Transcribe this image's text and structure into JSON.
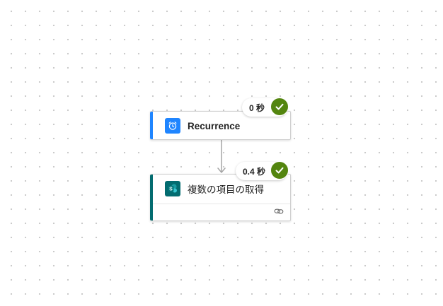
{
  "flow": {
    "steps": [
      {
        "title": "Recurrence",
        "icon": "alarm-clock-icon",
        "duration": "0 秒",
        "status": "succeeded",
        "accent_color": "#1f85ff"
      },
      {
        "title": "複数の項目の取得",
        "icon": "sharepoint-icon",
        "duration": "0.4 秒",
        "status": "succeeded",
        "accent_color": "#036c70",
        "footer_icon": "link-icon"
      }
    ]
  },
  "colors": {
    "success": "#53850f",
    "connector": "#a6a6a6",
    "canvas_dot": "#c8c8c8"
  }
}
